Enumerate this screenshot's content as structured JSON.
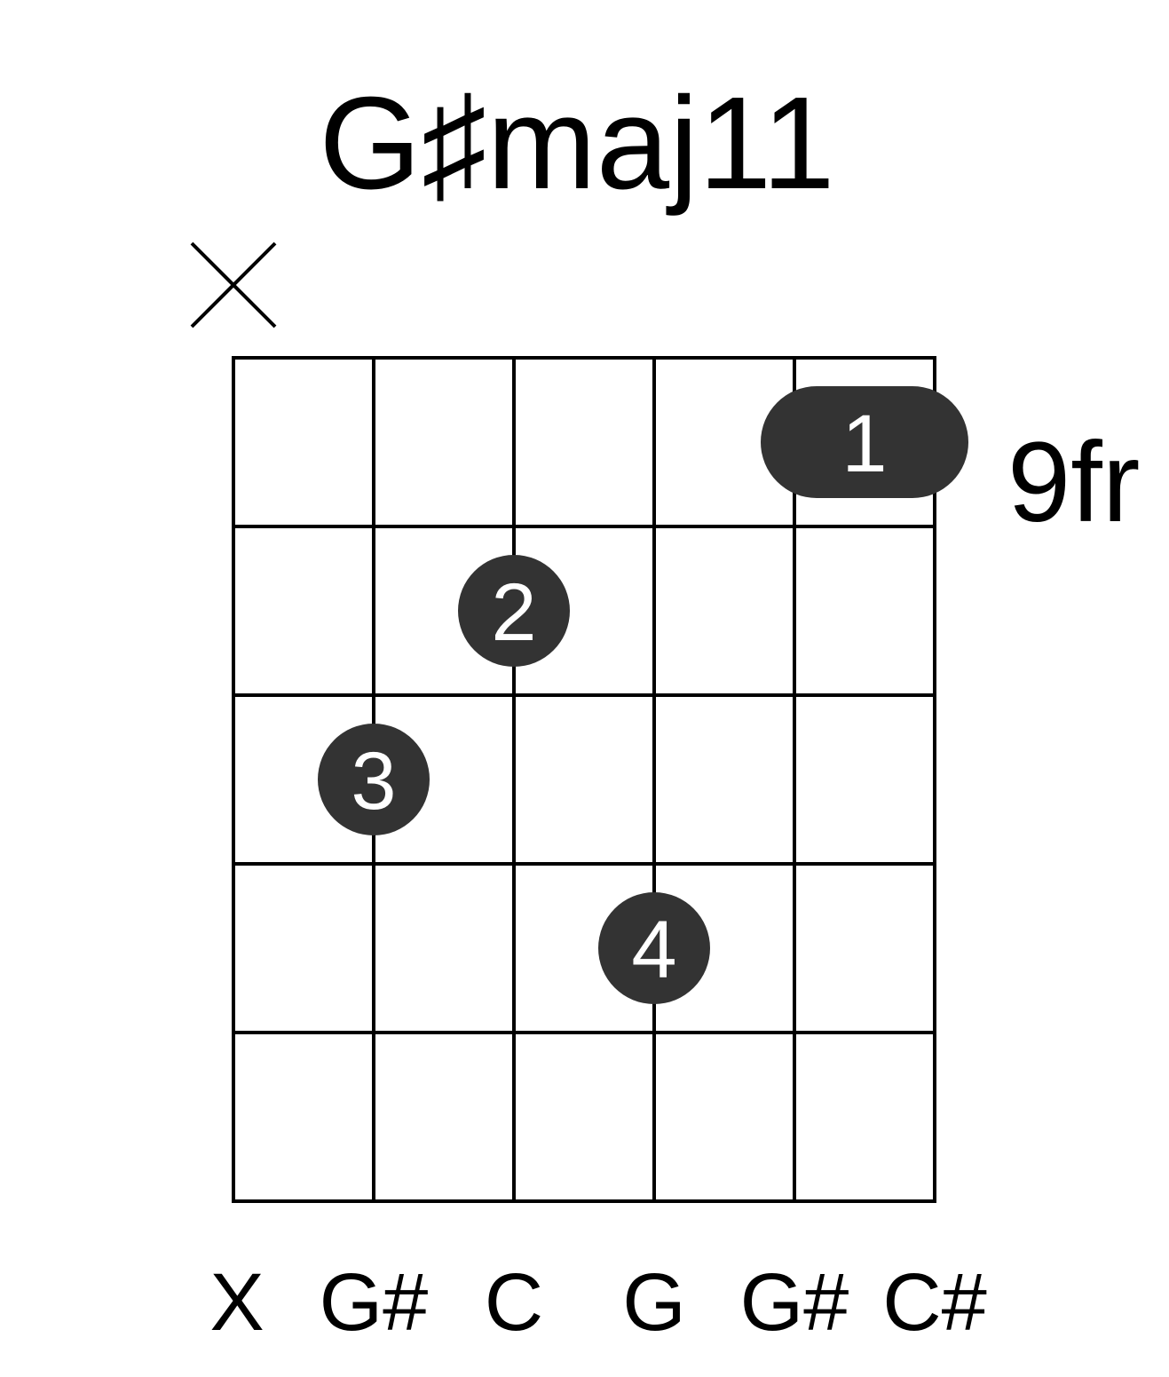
{
  "chord": {
    "name": "G♯maj11",
    "fret_label": "9fr",
    "strings": 6,
    "frets_shown": 5,
    "muted_strings": [
      1
    ],
    "notes": [
      "X",
      "G#",
      "C",
      "G",
      "G#",
      "C#"
    ],
    "fingers": [
      {
        "label": "1",
        "fret": 1,
        "from_string": 5,
        "to_string": 6,
        "barre": true
      },
      {
        "label": "2",
        "fret": 2,
        "string": 3
      },
      {
        "label": "3",
        "fret": 3,
        "string": 2
      },
      {
        "label": "4",
        "fret": 4,
        "string": 4
      }
    ]
  },
  "colors": {
    "grid": "#000000",
    "finger_fill": "#333333",
    "finger_text": "#ffffff",
    "text": "#000000"
  },
  "icons": {
    "muted": "x-mark-icon"
  }
}
